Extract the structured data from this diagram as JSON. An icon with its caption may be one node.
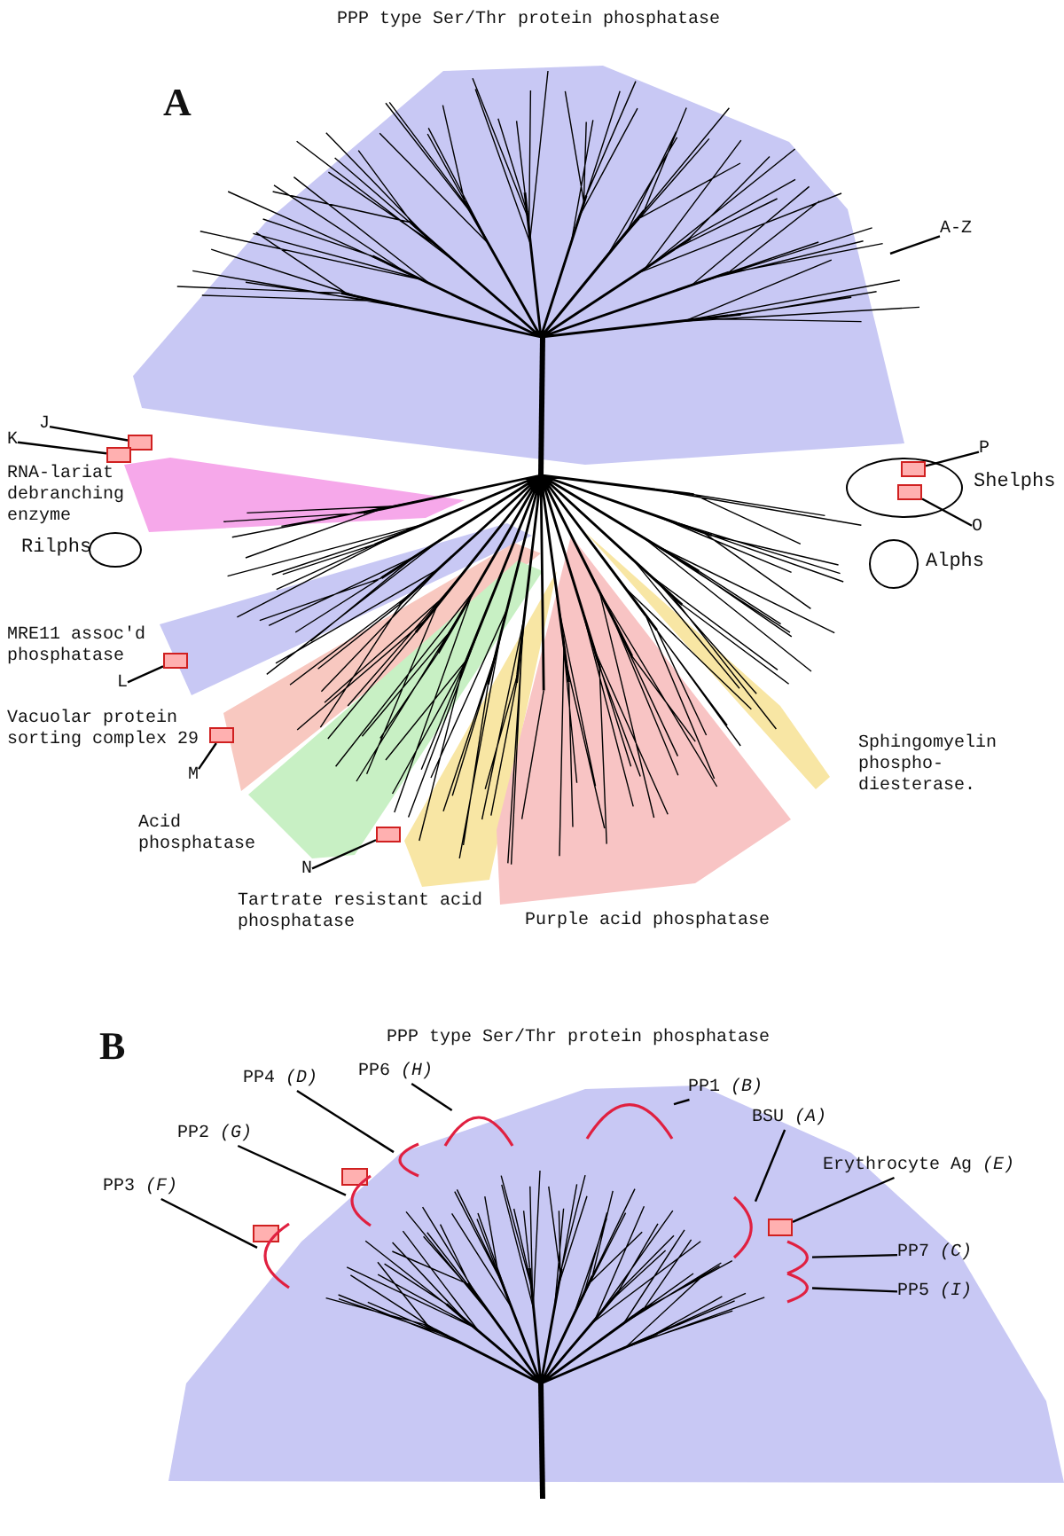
{
  "diagram": {
    "nodes": [
      {
        "text": [
          "A-Z"
        ]
      },
      {
        "text": [
          "J"
        ]
      },
      {
        "text": [
          "K"
        ]
      },
      {
        "text": [
          "L"
        ]
      },
      {
        "text": [
          "M"
        ]
      },
      {
        "text": [
          "N"
        ]
      },
      {
        "text": [
          "P"
        ]
      },
      {
        "text": [
          "O"
        ]
      },
      {
        "text": [],
        "shape": "circle",
        "beside": [
          "Shelphs"
        ]
      },
      {
        "text": [],
        "shape": "circle",
        "beside": [
          "Alphs"
        ]
      },
      {
        "text": [],
        "shape": "circle",
        "beside": [
          "Rilphs"
        ]
      },
      {
        "text": [
          "PP4 *(D)*"
        ]
      },
      {
        "text": [
          "PP6 *(H)*"
        ]
      },
      {
        "text": [
          "PP2 *(G)*"
        ]
      },
      {
        "text": [
          "PP1 *(B)*"
        ]
      },
      {
        "text": [
          "PP3 *(F)*"
        ]
      },
      {
        "text": [
          "BSU *(A)*"
        ]
      },
      {
        "text": [
          "Erythrocyte Ag *(E)*"
        ]
      },
      {
        "text": [
          "PP7 *(C)*"
        ]
      },
      {
        "text": [
          "PP5 *(I)*"
        ]
      },
      {
        "text": [],
        "shape": "arc"
      },
      {
        "text": [],
        "shape": "arc"
      },
      {
        "text": [],
        "shape": "arc"
      },
      {
        "text": [],
        "shape": "arc"
      },
      {
        "text": [],
        "shape": "arc"
      },
      {
        "text": [],
        "shape": "arc"
      },
      {
        "text": [],
        "shape": "box"
      },
      {
        "text": [],
        "shape": "arc"
      },
      {
        "text": [],
        "shape": "arc"
      },
      {
        "text": [],
        "shape": "box"
      },
      {
        "text": [],
        "shape": "box"
      },
      {
        "text": [],
        "shape": "box"
      },
      {
        "text": [],
        "shape": "box"
      },
      {
        "text": [],
        "shape": "box"
      },
      {
        "text": [],
        "shape": "box",
        "in": 8
      },
      {
        "text": [],
        "shape": "box",
        "in": 8
      }
    ],
    "edges": [
      {
        "from": 0,
        "to": null,
        "arrow": "none"
      },
      {
        "from": 1,
        "to": 29,
        "arrow": "none"
      },
      {
        "from": 2,
        "to": 30,
        "arrow": "none"
      },
      {
        "from": 3,
        "to": 31,
        "arrow": "none"
      },
      {
        "from": 4,
        "to": 32,
        "arrow": "none"
      },
      {
        "from": 5,
        "to": 33,
        "arrow": "none"
      },
      {
        "from": 6,
        "to": 34,
        "arrow": "none"
      },
      {
        "from": 7,
        "to": 35,
        "arrow": "none"
      },
      {
        "from": 15,
        "to": 20,
        "arrow": "none"
      },
      {
        "from": 13,
        "to": 21,
        "arrow": "none"
      },
      {
        "from": 11,
        "to": 22,
        "arrow": "none"
      },
      {
        "from": 12,
        "to": 23,
        "arrow": "none"
      },
      {
        "from": 14,
        "to": 24,
        "arrow": "none"
      },
      {
        "from": 16,
        "to": 25,
        "arrow": "none"
      },
      {
        "from": 17,
        "to": 26,
        "arrow": "none"
      },
      {
        "from": 18,
        "to": 27,
        "arrow": "none"
      },
      {
        "from": 19,
        "to": 28,
        "arrow": "none"
      }
    ],
    "labels": [
      "PPP type Ser/Thr protein phosphatase",
      "A",
      "RNA-lariat debranching enzyme",
      "MRE11 assoc'd phosphatase",
      "Vacuolar protein sorting complex 29",
      "Acid phosphatase",
      "Tartrate resistant acid phosphatase",
      "Purple acid phosphatase",
      "Sphingomyelin phospho- diesterase.",
      "PPP type Ser/Thr protein phosphatase",
      "B"
    ]
  }
}
